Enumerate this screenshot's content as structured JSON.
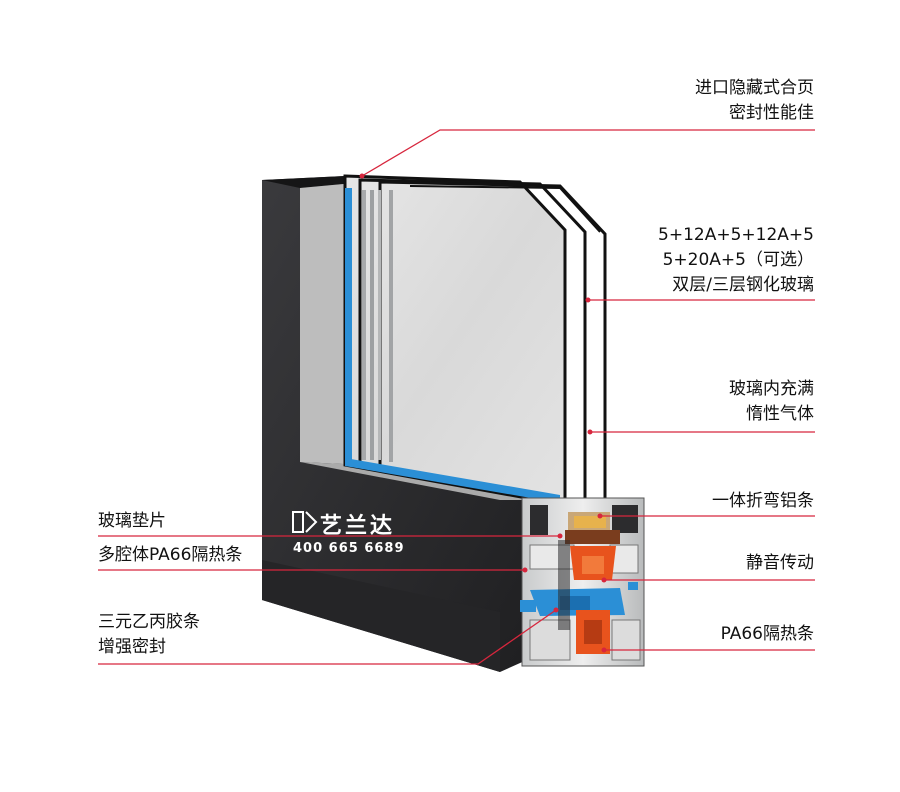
{
  "brand": {
    "name": "艺兰达",
    "phone": "400 665 6689"
  },
  "callouts": {
    "hinge": [
      "进口隐藏式合页",
      "密封性能佳"
    ],
    "glass": [
      "5+12A+5+12A+5",
      "5+20A+5（可选）",
      "双层/三层钢化玻璃"
    ],
    "gas": [
      "玻璃内充满",
      "惰性气体"
    ],
    "bead": "一体折弯铝条",
    "transmission": "静音传动",
    "strip": "PA66隔热条",
    "pad": "玻璃垫片",
    "cavity": "多腔体PA66隔热条",
    "epdm": [
      "三元乙丙胶条",
      "增强密封"
    ]
  },
  "colors": {
    "frame": "#2c2c2e",
    "leader": "#d7263d",
    "spacer": "#2b8fd6",
    "insulation": "#e8531d"
  }
}
